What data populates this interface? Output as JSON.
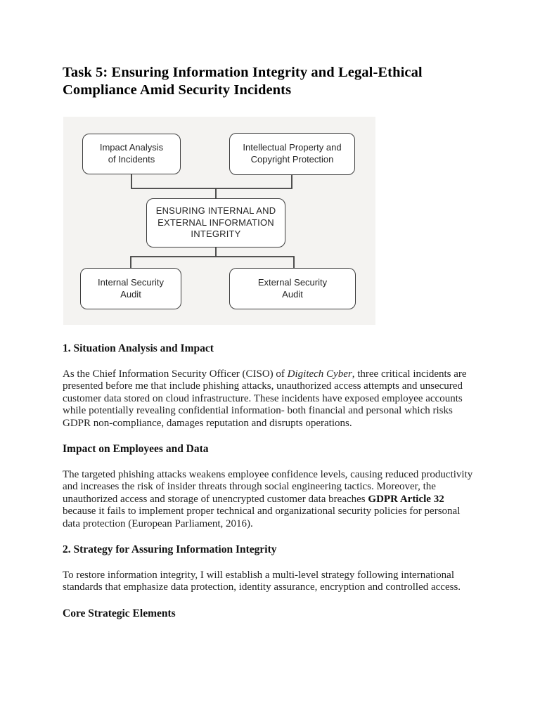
{
  "title": "Task 5: Ensuring Information Integrity and Legal-Ethical Compliance Amid Security Incidents",
  "diagram": {
    "background": "#f4f3f1",
    "box_border": "#3d3d3d",
    "boxes": {
      "top_left": "Impact Analysis\nof Incidents",
      "top_right": "Intellectual Property and\nCopyright Protection",
      "center": "ENSURING INTERNAL AND\nEXTERNAL INFORMATION\nINTEGRITY",
      "bottom_left": "Internal Security\nAudit",
      "bottom_right": "External Security\nAudit"
    }
  },
  "content": {
    "h1": "1. Situation Analysis and Impact",
    "p1": {
      "a": "As the Chief Information Security Officer (CISO) of ",
      "em": "Digitech Cyber",
      "b": ", three critical incidents are presented before me that include phishing attacks, unauthorized access attempts and unsecured customer data stored on cloud infrastructure. These incidents have exposed employee accounts while potentially revealing confidential information- both financial and personal which risks GDPR non-compliance, damages reputation and disrupts operations."
    },
    "h2": "Impact on Employees and Data",
    "p2": {
      "a": "The targeted phishing attacks weakens employee confidence levels, causing reduced productivity and increases the risk of insider threats through social engineering tactics. Moreover, the unauthorized access and storage of unencrypted customer data breaches ",
      "strong": "GDPR Article 32",
      "b": " because it fails to implement proper technical and organizational security policies for personal data protection (European Parliament, 2016)."
    },
    "h3": "2. Strategy for Assuring Information Integrity",
    "p3": "To restore information integrity, I will establish a multi-level strategy following international standards that emphasize data protection, identity assurance, encryption and controlled access.",
    "h4": "Core Strategic Elements"
  }
}
